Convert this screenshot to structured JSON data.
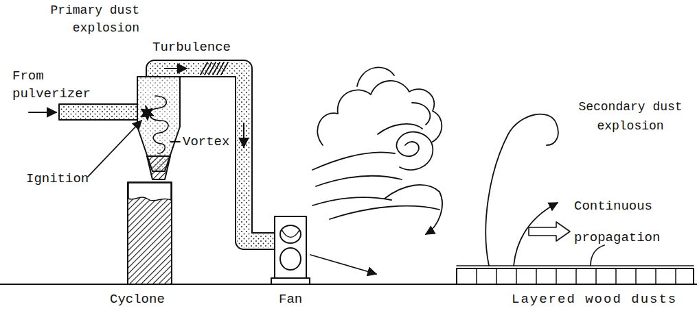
{
  "diagram": {
    "labels": [
      "Primary dust explosion",
      "Turbulence",
      "From pulverizer",
      "Ignition",
      "Vortex",
      "Secondary dust explosion",
      "Continuous propagation",
      "Cyclone",
      "Fan",
      "Layered wood dusts"
    ]
  }
}
